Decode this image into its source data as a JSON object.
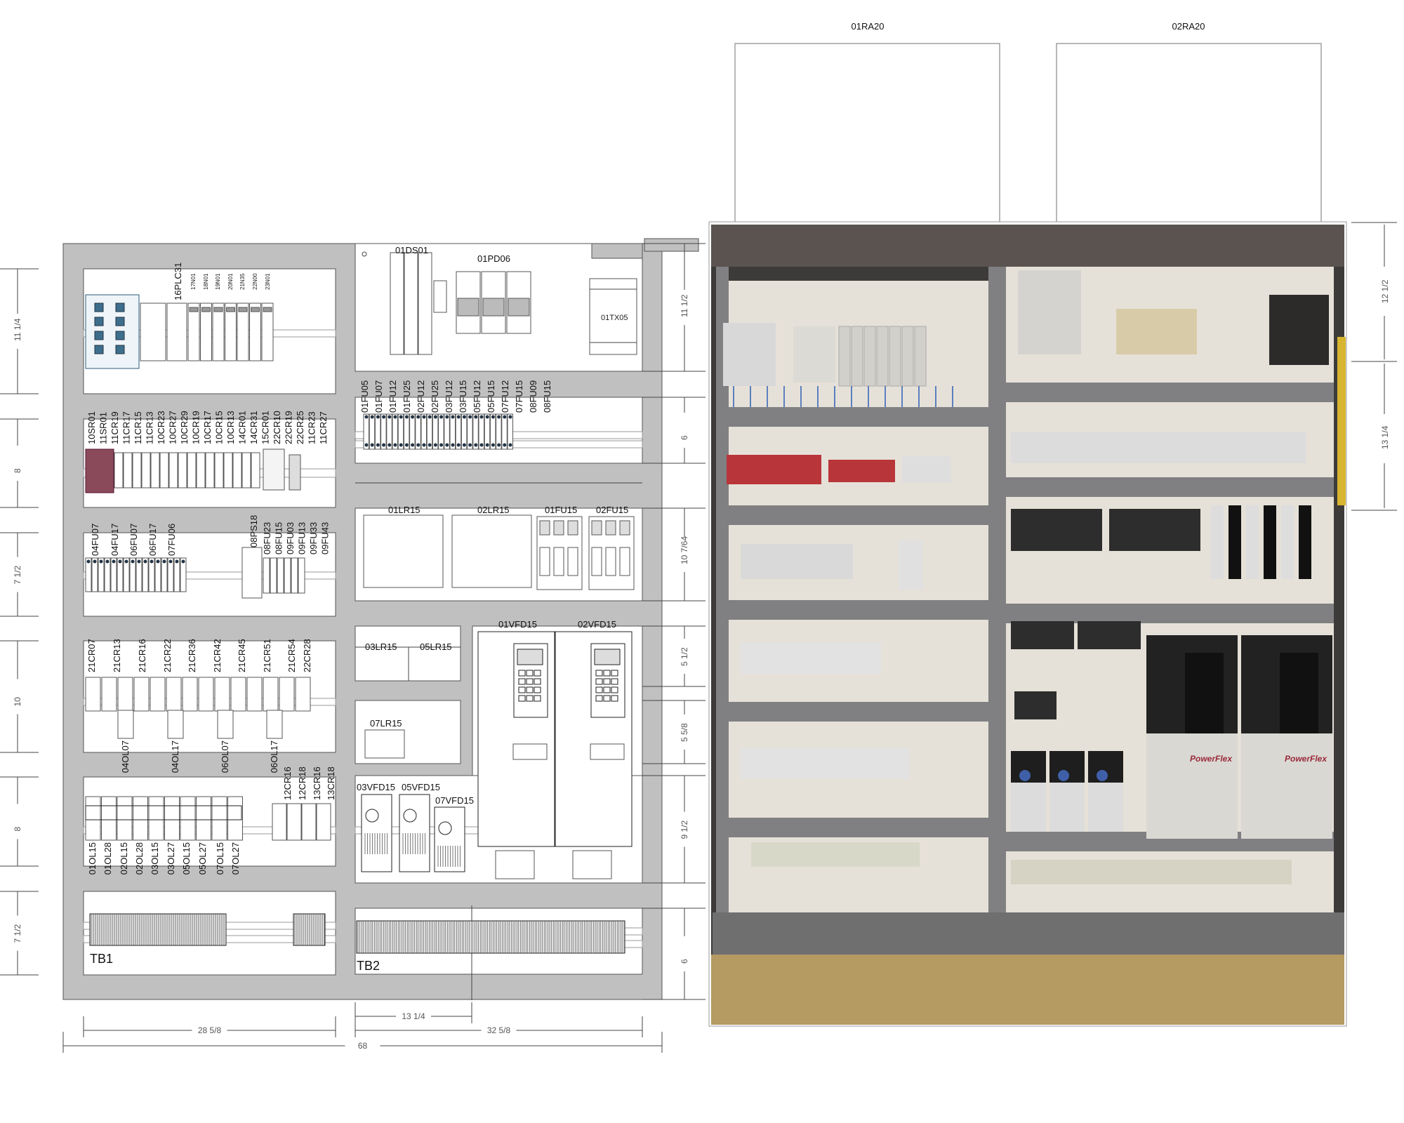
{
  "colors": {
    "rail": "#c0c0c0",
    "outline": "#555555",
    "photo_panel": "#6b6b6d",
    "photo_wireway": "#808083",
    "photo_backplate": "#e6e1d8"
  },
  "layout_drawing": {
    "left_column": {
      "row1": {
        "plc_label": "16PLC31",
        "module_labels": [
          "17N01",
          "18N01",
          "19N01",
          "20N01",
          "21N35",
          "22N00",
          "23N01"
        ]
      },
      "row2": {
        "labels": [
          "10SR01",
          "11SR01",
          "11CR19",
          "11CR17",
          "11CR15",
          "11CR13",
          "10CR23",
          "10CR27",
          "10CR29",
          "10CR19",
          "10CR17",
          "10CR15",
          "10CR13",
          "14CR01",
          "14CR31",
          "15CR01",
          "22CR10",
          "22CR19",
          "22CR25",
          "11CR23",
          "11CR27"
        ]
      },
      "row3": {
        "fuse_labels": [
          "04FU07",
          "04FU17",
          "06FU07",
          "06FU17",
          "07FU06"
        ],
        "ps_label": "08PS18",
        "ps_fuse_labels": [
          "08FU23",
          "08FU15",
          "09FU03",
          "09FU13",
          "09FU33",
          "09FU43"
        ]
      },
      "row4": {
        "relay_labels": [
          "21CR07",
          "21CR13",
          "21CR16",
          "21CR22",
          "21CR36",
          "21CR42",
          "21CR45",
          "21CR51",
          "21CR54",
          "22CR28"
        ],
        "overload_labels": [
          "04OL07",
          "04OL17",
          "06OL07",
          "06OL17"
        ]
      },
      "row5": {
        "overload_labels": [
          "01OL15",
          "01OL28",
          "02OL15",
          "02OL28",
          "03OL15",
          "03OL27",
          "05OL15",
          "05OL27",
          "07OL15",
          "07OL27"
        ],
        "relay_labels": [
          "12CR16",
          "12CR18",
          "13CR16",
          "13CR18"
        ]
      },
      "row6": {
        "terminal_label": "TB1"
      }
    },
    "right_column": {
      "disconnect_label": "01DS01",
      "distribution_label": "01PD06",
      "transformer_label": "01TX05",
      "fuse_labels": [
        "01FU05",
        "01FU07",
        "01FU12",
        "01FU25",
        "02FU12",
        "02FU25",
        "03FU12",
        "03FU15",
        "05FU12",
        "05FU15",
        "07FU12",
        "07FU15",
        "08FU09",
        "08FU15"
      ],
      "reactor_labels": [
        "01LR15",
        "02LR15"
      ],
      "fuse_block_labels": [
        "01FU15",
        "02FU15"
      ],
      "small_reactor_labels": [
        "03LR15",
        "05LR15",
        "07LR15"
      ],
      "large_drive_labels": [
        "01VFD15",
        "02VFD15"
      ],
      "small_drive_labels": [
        "03VFD15",
        "05VFD15",
        "07VFD15"
      ],
      "terminal_label": "TB2"
    },
    "dimensions": {
      "left": [
        "11 1/4",
        "8",
        "7 1/2",
        "10",
        "8",
        "7 1/2"
      ],
      "right": [
        "11 1/2",
        "6",
        "10 7/64",
        "5 1/2",
        "5 5/8",
        "9 1/2",
        "6"
      ],
      "bottom": {
        "left_width": "28 5/8",
        "right_partial": "13 1/4",
        "right_width": "32 5/8",
        "overall": "68"
      }
    }
  },
  "top_boxes": [
    "01RA20",
    "02RA20"
  ],
  "photo": {
    "dimensions": [
      "12 1/2",
      "13 1/4"
    ],
    "drive_brand": "PowerFlex"
  }
}
